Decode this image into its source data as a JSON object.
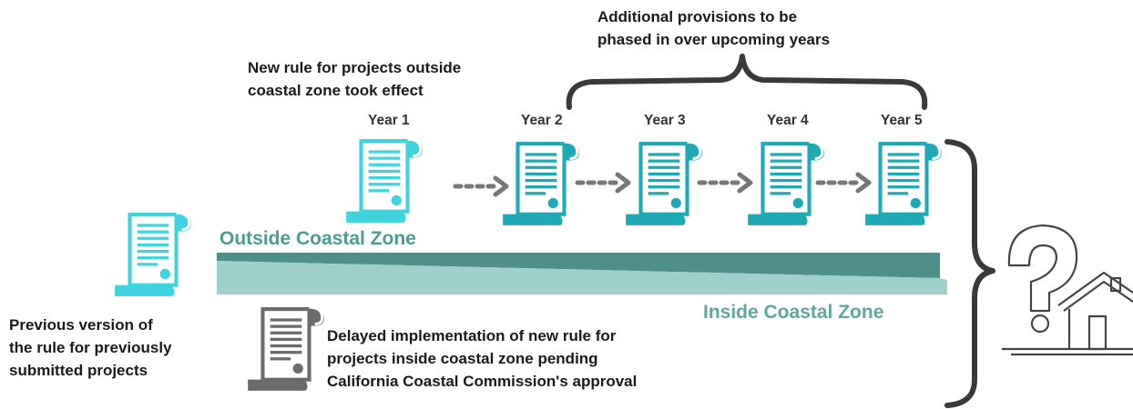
{
  "annotations": {
    "new_rule_line1": "New rule for projects outside",
    "new_rule_line2": "coastal zone took effect",
    "additional_line1": "Additional provisions to be",
    "additional_line2": "phased in over upcoming years",
    "previous_line1": "Previous version of",
    "previous_line2": "the rule for previously",
    "previous_line3": "submitted projects",
    "delayed_line1": "Delayed implementation of new rule for",
    "delayed_line2": "projects inside coastal zone pending",
    "delayed_line3": "California Coastal Commission's approval"
  },
  "years": [
    "Year 1",
    "Year 2",
    "Year 3",
    "Year 4",
    "Year 5"
  ],
  "zones": {
    "outside": "Outside Coastal Zone",
    "inside": "Inside Coastal Zone"
  },
  "colors": {
    "scroll_light": "#3fd3e0",
    "scroll_teal": "#1fa9b5",
    "scroll_gray": "#6b6b6b",
    "outside_band": "#4f8f8a",
    "inside_band": "#9fd0cc",
    "outside_text": "#4e9b95",
    "inside_text": "#5fa7a1",
    "arrow": "#777777",
    "brace": "#3a3a3a",
    "house": "#444444"
  },
  "icons": [
    "scroll-icon",
    "dotted-arrow-icon",
    "curly-brace-icon",
    "question-mark-icon",
    "house-icon"
  ]
}
